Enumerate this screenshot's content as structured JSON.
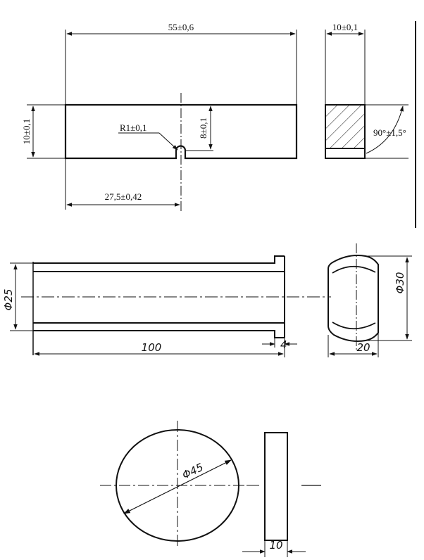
{
  "drawing_1": {
    "length_dim": "55±0,6",
    "height_dim": "10±0,1",
    "notch_radius": "R1±0,1",
    "notch_depth": "8±0,1",
    "notch_position": "27,5±0,42",
    "thickness_dim": "10±0,1",
    "angle_dim": "90°±1,5°"
  },
  "drawing_2": {
    "diameter": "Φ25",
    "length": "100",
    "flange": "4",
    "end_diameter": "Φ30",
    "end_width": "20"
  },
  "drawing_3": {
    "diameter": "Φ45",
    "thickness": "10"
  }
}
